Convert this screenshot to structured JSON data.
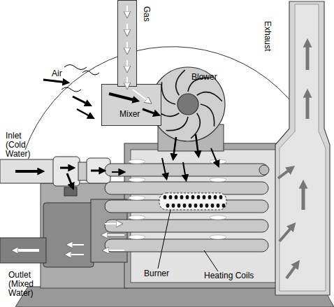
{
  "diagram": {
    "nodes": [
      {
        "text": [
          "Gas"
        ]
      },
      {
        "text": [
          "Mixer"
        ]
      },
      {
        "text": [
          "Blower"
        ]
      },
      {
        "text": [
          "Exhaust"
        ]
      }
    ],
    "labels": [
      "Air",
      "Inlet (Cold Water)",
      "Outlet (Mixed Water)",
      "Burner",
      "Heating Coils"
    ]
  }
}
